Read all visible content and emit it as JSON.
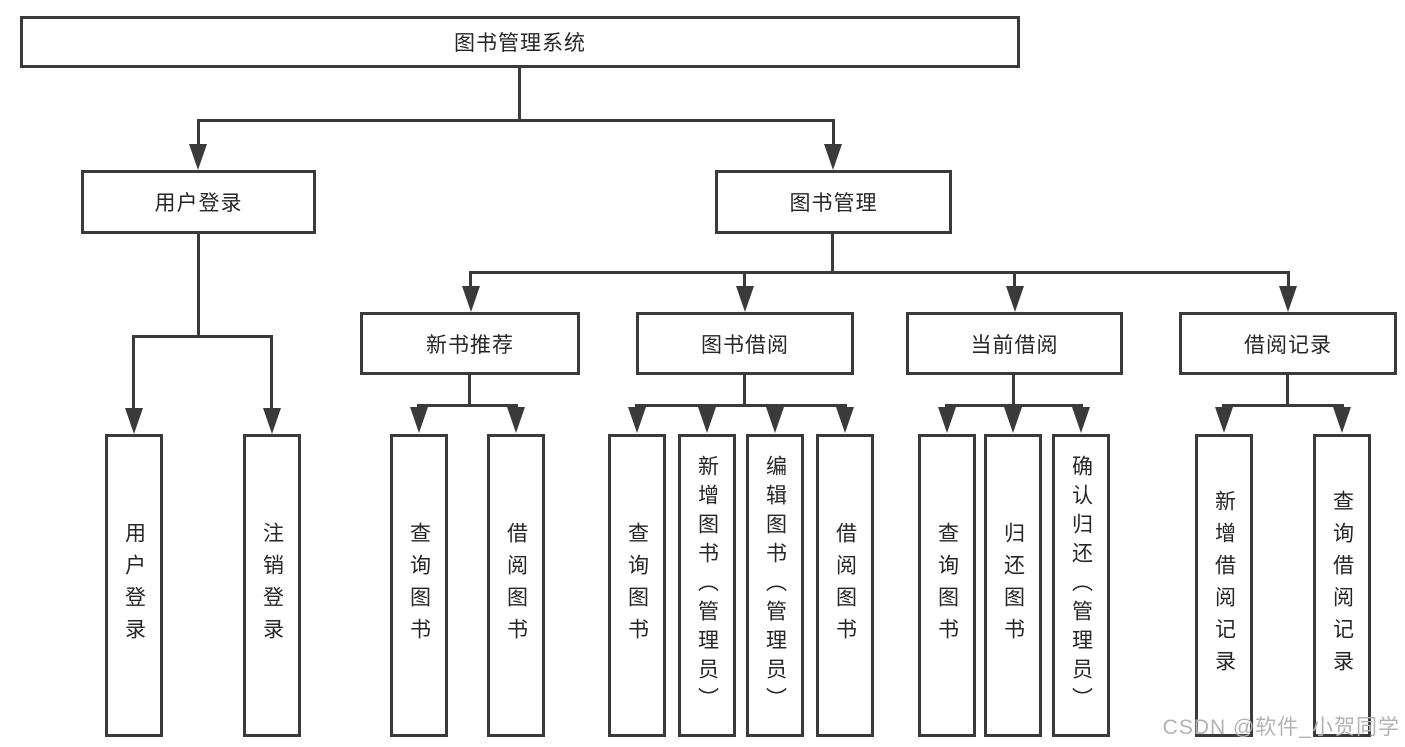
{
  "diagram": {
    "title": "图书管理系统",
    "level2": [
      {
        "label": "用户登录"
      },
      {
        "label": "图书管理"
      }
    ],
    "level3": [
      {
        "label": "新书推荐"
      },
      {
        "label": "图书借阅"
      },
      {
        "label": "当前借阅"
      },
      {
        "label": "借阅记录"
      }
    ],
    "leaves": [
      {
        "label": "用户登录"
      },
      {
        "label": "注销登录"
      },
      {
        "label": "查询图书"
      },
      {
        "label": "借阅图书"
      },
      {
        "label": "查询图书"
      },
      {
        "label": "新增图书（管理员）"
      },
      {
        "label": "编辑图书（管理员）"
      },
      {
        "label": "借阅图书"
      },
      {
        "label": "查询图书"
      },
      {
        "label": "归还图书"
      },
      {
        "label": "确认归还（管理员）"
      },
      {
        "label": "新增借阅记录"
      },
      {
        "label": "查询借阅记录"
      }
    ],
    "watermark": "CSDN @软件_小贺同学",
    "colors": {
      "line": "#3a3a3a",
      "text": "#262626",
      "watermark": "#b3b3b3",
      "background": "#ffffff"
    }
  }
}
